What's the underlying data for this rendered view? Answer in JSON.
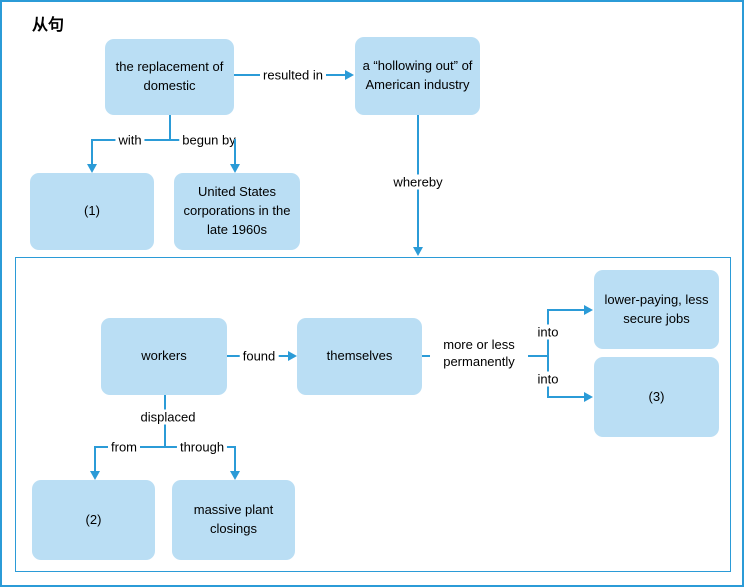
{
  "title": "从句",
  "colors": {
    "node_fill": "#badef4",
    "line": "#2b9bd7",
    "text": "#000000"
  },
  "nodes": {
    "replacement": "the replacement of domestic",
    "hollowing": "a “hollowing out” of American industry",
    "blank1": "(1)",
    "us_corporations": "United States corporations in the late 1960s",
    "workers": "workers",
    "themselves": "themselves",
    "lower_paying": "lower-paying, less secure jobs",
    "blank3": "(3)",
    "blank2": "(2)",
    "plant_closings": "massive plant closings"
  },
  "edges": {
    "resulted_in": "resulted in",
    "with": "with",
    "begun_by": "begun by",
    "whereby": "whereby",
    "found": "found",
    "more_or_less": "more or less permanently",
    "into_top": "into",
    "into_bottom": "into",
    "displaced": "displaced",
    "from": "from",
    "through": "through"
  }
}
